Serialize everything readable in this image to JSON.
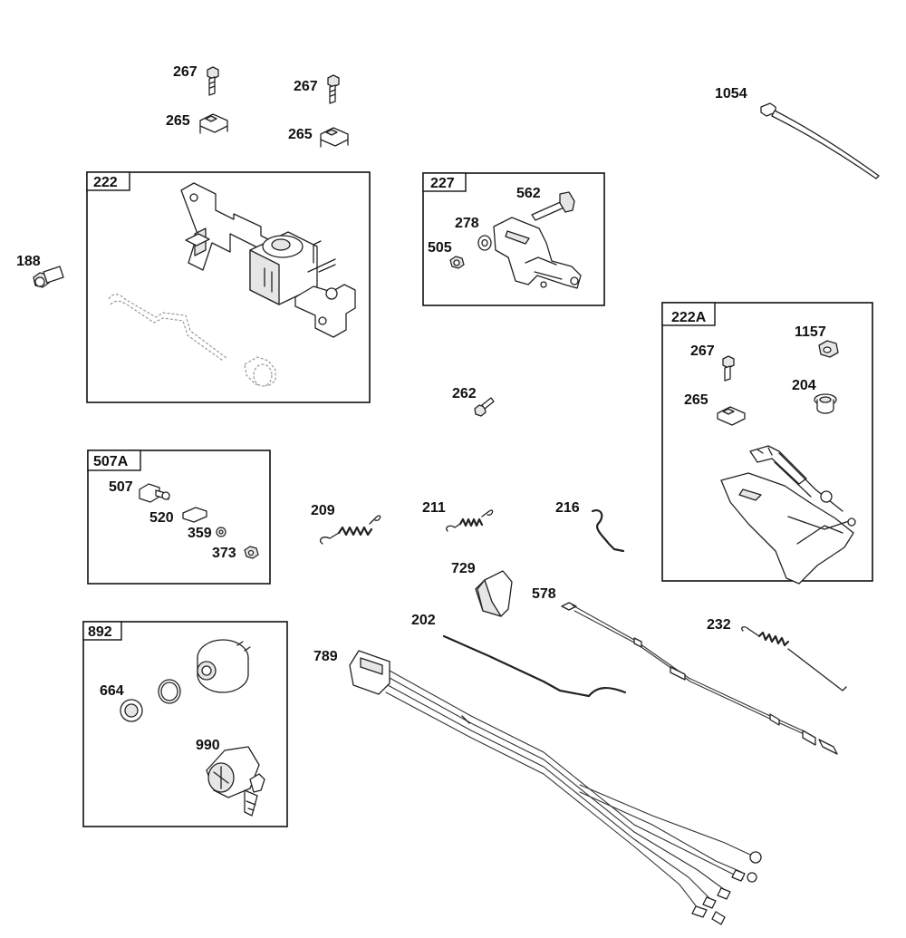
{
  "groups": {
    "g222": "222",
    "g227": "227",
    "g222a": "222A",
    "g507a": "507A",
    "g892": "892"
  },
  "labels": {
    "p267_a": "267",
    "p267_b": "267",
    "p265_a": "265",
    "p265_b": "265",
    "p1054": "1054",
    "p188": "188",
    "p562": "562",
    "p278": "278",
    "p505": "505",
    "p262": "262",
    "p1157": "1157",
    "p267_c": "267",
    "p204": "204",
    "p265_c": "265",
    "p507": "507",
    "p520": "520",
    "p359": "359",
    "p373": "373",
    "p209": "209",
    "p211": "211",
    "p216": "216",
    "p729": "729",
    "p578": "578",
    "p202": "202",
    "p232": "232",
    "p789": "789",
    "p664": "664",
    "p990": "990"
  }
}
